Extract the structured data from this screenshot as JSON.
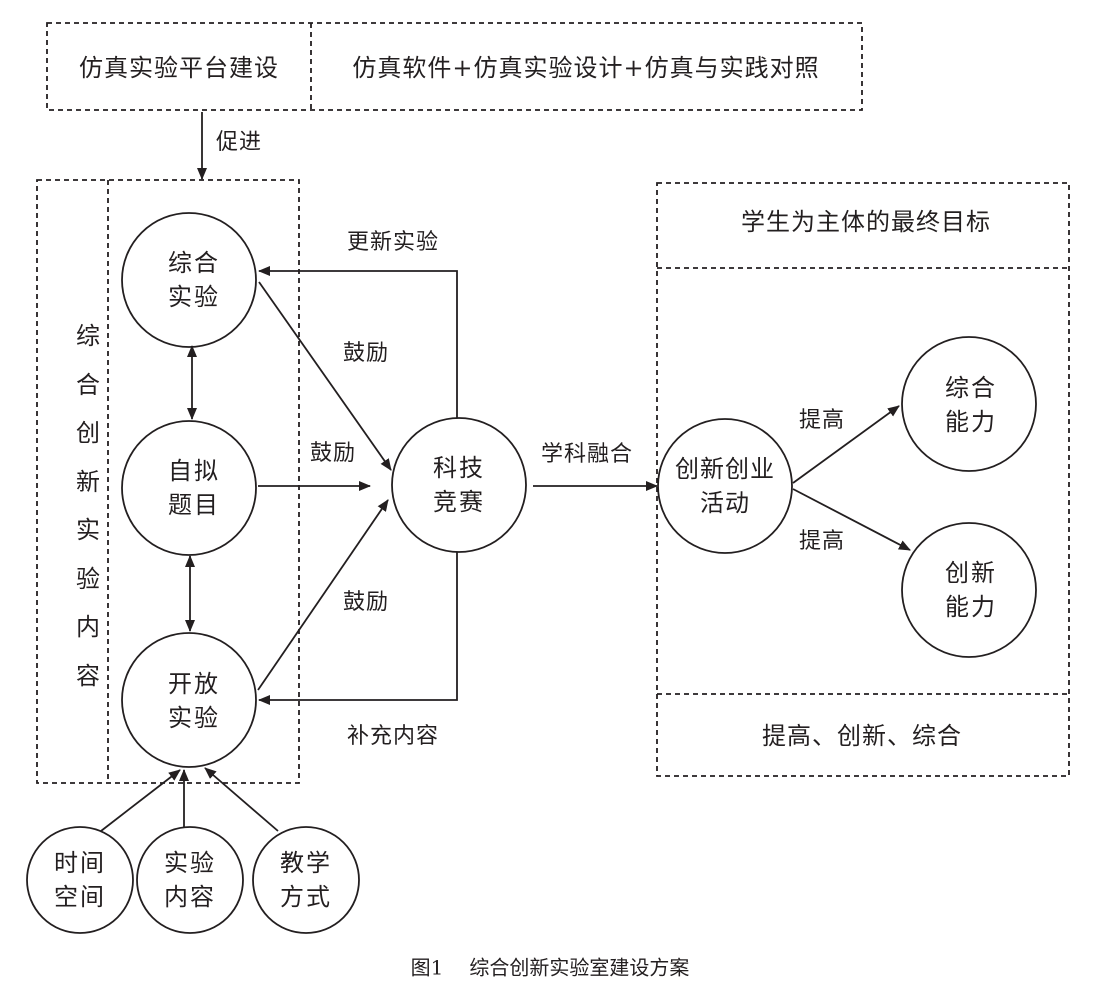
{
  "platform": {
    "left_label": "仿真实验平台建设",
    "right_label": "仿真软件+仿真实验设计+仿真与实践对照",
    "arrow_label": "促进"
  },
  "content_box": {
    "vertical_label": [
      "综",
      "合",
      "创",
      "新",
      "实",
      "验",
      "内",
      "容"
    ]
  },
  "nodes": {
    "comprehensive_experiment": [
      "综合",
      "实验"
    ],
    "self_proposed_topic": [
      "自拟",
      "题目"
    ],
    "open_experiment": [
      "开放",
      "实验"
    ],
    "tech_competition": [
      "科技",
      "竞赛"
    ],
    "innovation_activity": [
      "创新创业",
      "活动"
    ],
    "comprehensive_ability": [
      "综合",
      "能力"
    ],
    "innovation_ability": [
      "创新",
      "能力"
    ],
    "time_space": [
      "时间",
      "空间"
    ],
    "experiment_content": [
      "实验",
      "内容"
    ],
    "teaching_method": [
      "教学",
      "方式"
    ]
  },
  "edge_labels": {
    "update_experiment": "更新实验",
    "encourage_top": "鼓励",
    "encourage_mid": "鼓励",
    "encourage_bottom": "鼓励",
    "supplement_content": "补充内容",
    "discipline_fusion": "学科融合",
    "improve_top": "提高",
    "improve_bottom": "提高"
  },
  "goal_box": {
    "title": "学生为主体的最终目标",
    "footer": "提高、创新、综合"
  },
  "caption": {
    "number": "图1",
    "text": "综合创新实验室建设方案"
  },
  "colors": {
    "ink": "#231f20",
    "background": "#ffffff"
  }
}
